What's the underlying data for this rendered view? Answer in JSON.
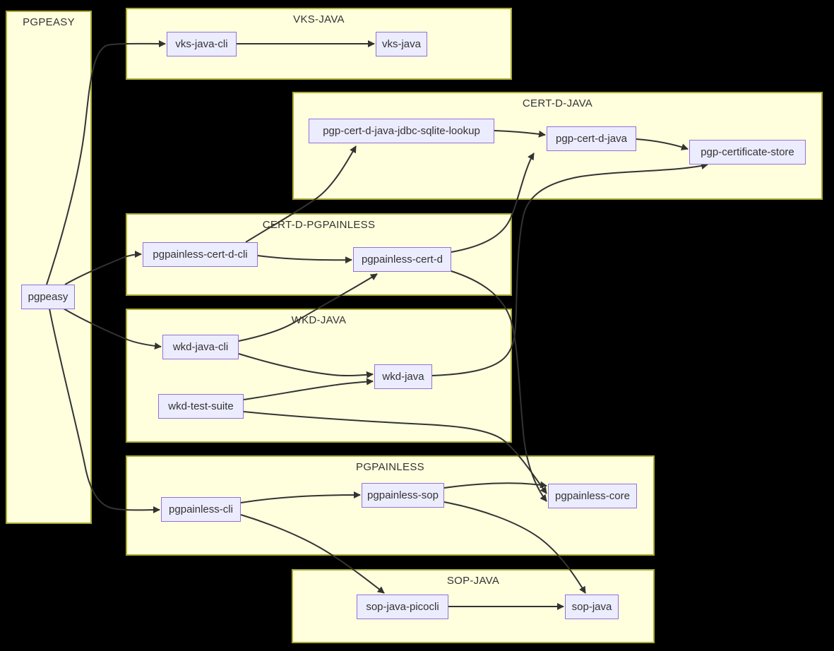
{
  "diagram_type": "dependency-flowchart",
  "colors": {
    "background": "#000000",
    "cluster_fill": "#ffffde",
    "cluster_border": "#aaaa33",
    "node_fill": "#ececff",
    "node_border": "#9370db",
    "edge": "#333333",
    "text": "#333333"
  },
  "groups": {
    "pgpeasy": {
      "title": "PGPEASY"
    },
    "vks-java": {
      "title": "VKS-JAVA"
    },
    "cert-d-java": {
      "title": "CERT-D-JAVA"
    },
    "cert-d-pgpainless": {
      "title": "CERT-D-PGPAINLESS"
    },
    "wkd-java": {
      "title": "WKD-JAVA"
    },
    "pgpainless": {
      "title": "PGPAINLESS"
    },
    "sop-java": {
      "title": "SOP-JAVA"
    }
  },
  "nodes": {
    "pgpeasy": {
      "label": "pgpeasy",
      "group": "PGPEASY"
    },
    "vks-java-cli": {
      "label": "vks-java-cli",
      "group": "VKS-JAVA"
    },
    "vks-java": {
      "label": "vks-java",
      "group": "VKS-JAVA"
    },
    "pgp-cert-d-java-jdbc-sqlite-lookup": {
      "label": "pgp-cert-d-java-jdbc-sqlite-lookup",
      "group": "CERT-D-JAVA"
    },
    "pgp-cert-d-java": {
      "label": "pgp-cert-d-java",
      "group": "CERT-D-JAVA"
    },
    "pgp-certificate-store": {
      "label": "pgp-certificate-store",
      "group": "CERT-D-JAVA"
    },
    "pgpainless-cert-d-cli": {
      "label": "pgpainless-cert-d-cli",
      "group": "CERT-D-PGPAINLESS"
    },
    "pgpainless-cert-d": {
      "label": "pgpainless-cert-d",
      "group": "CERT-D-PGPAINLESS"
    },
    "wkd-java-cli": {
      "label": "wkd-java-cli",
      "group": "WKD-JAVA"
    },
    "wkd-java": {
      "label": "wkd-java",
      "group": "WKD-JAVA"
    },
    "wkd-test-suite": {
      "label": "wkd-test-suite",
      "group": "WKD-JAVA"
    },
    "pgpainless-cli": {
      "label": "pgpainless-cli",
      "group": "PGPAINLESS"
    },
    "pgpainless-sop": {
      "label": "pgpainless-sop",
      "group": "PGPAINLESS"
    },
    "pgpainless-core": {
      "label": "pgpainless-core",
      "group": "PGPAINLESS"
    },
    "sop-java-picocli": {
      "label": "sop-java-picocli",
      "group": "SOP-JAVA"
    },
    "sop-java": {
      "label": "sop-java",
      "group": "SOP-JAVA"
    }
  },
  "edges": [
    {
      "from": "pgpeasy",
      "to": "vks-java-cli"
    },
    {
      "from": "pgpeasy",
      "to": "pgpainless-cert-d-cli"
    },
    {
      "from": "pgpeasy",
      "to": "wkd-java-cli"
    },
    {
      "from": "pgpeasy",
      "to": "pgpainless-cli"
    },
    {
      "from": "vks-java-cli",
      "to": "vks-java"
    },
    {
      "from": "pgp-cert-d-java-jdbc-sqlite-lookup",
      "to": "pgp-cert-d-java"
    },
    {
      "from": "pgp-cert-d-java",
      "to": "pgp-certificate-store"
    },
    {
      "from": "pgpainless-cert-d-cli",
      "to": "pgp-cert-d-java-jdbc-sqlite-lookup"
    },
    {
      "from": "pgpainless-cert-d-cli",
      "to": "pgpainless-cert-d"
    },
    {
      "from": "pgpainless-cert-d",
      "to": "pgp-cert-d-java"
    },
    {
      "from": "pgpainless-cert-d",
      "to": "pgpainless-core"
    },
    {
      "from": "wkd-java-cli",
      "to": "pgpainless-cert-d"
    },
    {
      "from": "wkd-java-cli",
      "to": "wkd-java"
    },
    {
      "from": "wkd-test-suite",
      "to": "wkd-java"
    },
    {
      "from": "wkd-test-suite",
      "to": "pgpainless-core"
    },
    {
      "from": "wkd-java",
      "to": "pgp-certificate-store"
    },
    {
      "from": "pgpainless-cli",
      "to": "pgpainless-sop"
    },
    {
      "from": "pgpainless-cli",
      "to": "sop-java-picocli"
    },
    {
      "from": "pgpainless-sop",
      "to": "pgpainless-core"
    },
    {
      "from": "pgpainless-sop",
      "to": "sop-java"
    },
    {
      "from": "sop-java-picocli",
      "to": "sop-java"
    }
  ]
}
